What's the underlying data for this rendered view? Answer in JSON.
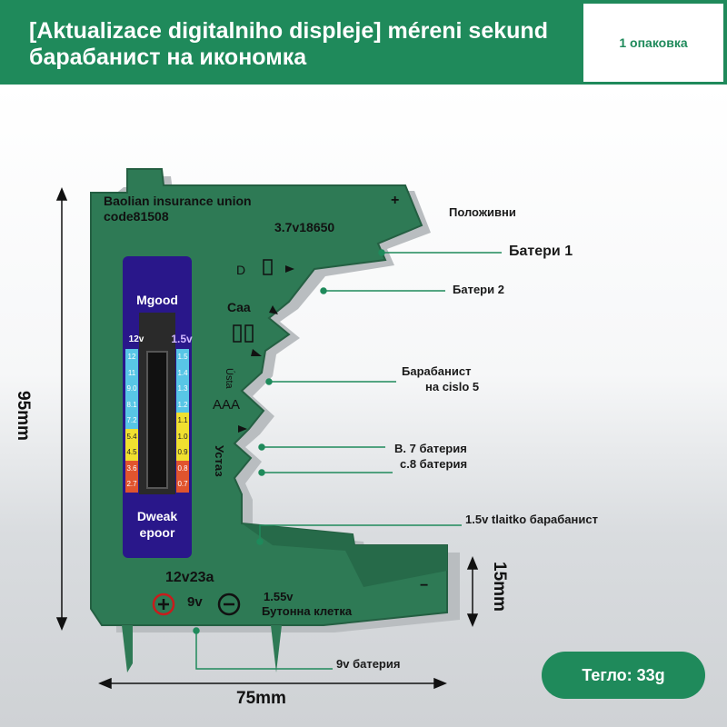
{
  "header": {
    "title": "[Aktualizace digitalniho displeje] méreni sekund барабанист на икономка",
    "pack_label": "1 опаковка"
  },
  "device": {
    "brand_line1": "Baolian insurance union",
    "brand_line2": "code81508",
    "plus_sign": "+",
    "minus_sign": "−",
    "battery_18650": "3.7v18650",
    "label_d": "D",
    "label_caa": "Caa",
    "label_usta": "Ústa",
    "label_aaa": "AAA",
    "label_ustaz": "Устаз",
    "label_12v23a": "12v23a",
    "label_9v": "9v",
    "label_155v": "1.55v",
    "label_button_cell": "Бутонна клетка"
  },
  "lcd": {
    "good_label": "Mgood",
    "weak_label1": "Dweak",
    "weak_label2": "epoor",
    "left_header": "12v",
    "right_header": "1.5v",
    "left_scale": [
      "12",
      "11",
      "9.0",
      "8.1",
      "7.2",
      "5.4",
      "4.5",
      "3.6",
      "2.7"
    ],
    "right_scale": [
      "1.5",
      "1.4",
      "1.3",
      "1.2",
      "1.1",
      "1.0",
      "0.9",
      "0.8",
      "0.7"
    ]
  },
  "callouts": {
    "positive": "Положивни",
    "battery1": "Батери 1",
    "battery2": "Батери 2",
    "drum_line1": "Барабанист",
    "drum_line2": "на cislo 5",
    "b7_line1": "В. 7 батерия",
    "b7_line2": "с.8 батерия",
    "button": "1.5v tlaitko барабанист",
    "nine_v": "9v батерия"
  },
  "dimensions": {
    "height": "95mm",
    "width": "75mm",
    "depth": "15mm"
  },
  "weight": "Тегло: 33g",
  "colors": {
    "brand_green": "#1f8a5b",
    "device_green": "#2e7a55",
    "lcd_blue": "#29178a"
  }
}
